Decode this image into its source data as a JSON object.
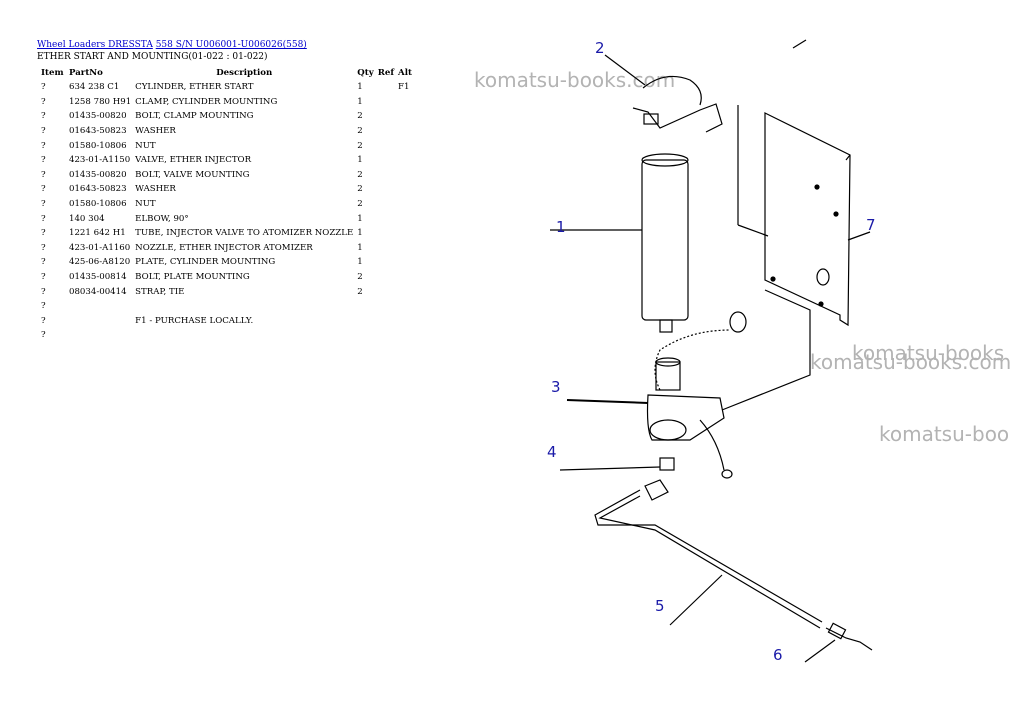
{
  "breadcrumb": {
    "link1": "Wheel Loaders DRESSTA",
    "link2": "558 S/N U006001-U006026(558)"
  },
  "subtitle": "ETHER START AND MOUNTING(01-022 : 01-022)",
  "table": {
    "headers": [
      "Item",
      "PartNo",
      "Description",
      "Qty",
      "Ref",
      "Alt"
    ],
    "rows": [
      {
        "item": "?",
        "part": "634 238 C1",
        "desc": "CYLINDER, ETHER START",
        "qty": "1",
        "ref": "",
        "alt": "F1"
      },
      {
        "item": "?",
        "part": "1258 780 H91",
        "desc": "CLAMP, CYLINDER MOUNTING",
        "qty": "1",
        "ref": "",
        "alt": ""
      },
      {
        "item": "?",
        "part": "01435-00820",
        "desc": "BOLT, CLAMP MOUNTING",
        "qty": "2",
        "ref": "",
        "alt": ""
      },
      {
        "item": "?",
        "part": "01643-50823",
        "desc": "WASHER",
        "qty": "2",
        "ref": "",
        "alt": ""
      },
      {
        "item": "?",
        "part": "01580-10806",
        "desc": "NUT",
        "qty": "2",
        "ref": "",
        "alt": ""
      },
      {
        "item": "?",
        "part": "423-01-A1150",
        "desc": "VALVE, ETHER INJECTOR",
        "qty": "1",
        "ref": "",
        "alt": ""
      },
      {
        "item": "?",
        "part": "01435-00820",
        "desc": "BOLT, VALVE MOUNTING",
        "qty": "2",
        "ref": "",
        "alt": ""
      },
      {
        "item": "?",
        "part": "01643-50823",
        "desc": "WASHER",
        "qty": "2",
        "ref": "",
        "alt": ""
      },
      {
        "item": "?",
        "part": "01580-10806",
        "desc": "NUT",
        "qty": "2",
        "ref": "",
        "alt": ""
      },
      {
        "item": "?",
        "part": "140 304",
        "desc": "ELBOW, 90°",
        "qty": "1",
        "ref": "",
        "alt": ""
      },
      {
        "item": "?",
        "part": "1221 642 H1",
        "desc": "TUBE, INJECTOR VALVE TO ATOMIZER NOZZLE",
        "qty": "1",
        "ref": "",
        "alt": ""
      },
      {
        "item": "?",
        "part": "423-01-A1160",
        "desc": "NOZZLE, ETHER INJECTOR ATOMIZER",
        "qty": "1",
        "ref": "",
        "alt": ""
      },
      {
        "item": "?",
        "part": "425-06-A8120",
        "desc": "PLATE, CYLINDER MOUNTING",
        "qty": "1",
        "ref": "",
        "alt": ""
      },
      {
        "item": "?",
        "part": "01435-00814",
        "desc": "BOLT, PLATE MOUNTING",
        "qty": "2",
        "ref": "",
        "alt": ""
      },
      {
        "item": "?",
        "part": "08034-00414",
        "desc": "STRAP, TIE",
        "qty": "2",
        "ref": "",
        "alt": ""
      },
      {
        "item": "?",
        "part": "",
        "desc": "",
        "qty": "",
        "ref": "",
        "alt": ""
      },
      {
        "item": "?",
        "part": "",
        "desc": "F1 - PURCHASE LOCALLY.",
        "qty": "",
        "ref": "",
        "alt": ""
      },
      {
        "item": "?",
        "part": "",
        "desc": "",
        "qty": "",
        "ref": "",
        "alt": ""
      }
    ]
  },
  "watermarks": [
    "komatsu-books.com",
    "komatsu-books",
    "komatsu-books.com",
    "komatsu-boo"
  ],
  "callouts": [
    "2",
    "1",
    "7",
    "3",
    "4",
    "5",
    "6"
  ],
  "colors": {
    "link": "#0000cc",
    "callout": "#1a1aa8",
    "watermark": "#b3b3b3"
  }
}
